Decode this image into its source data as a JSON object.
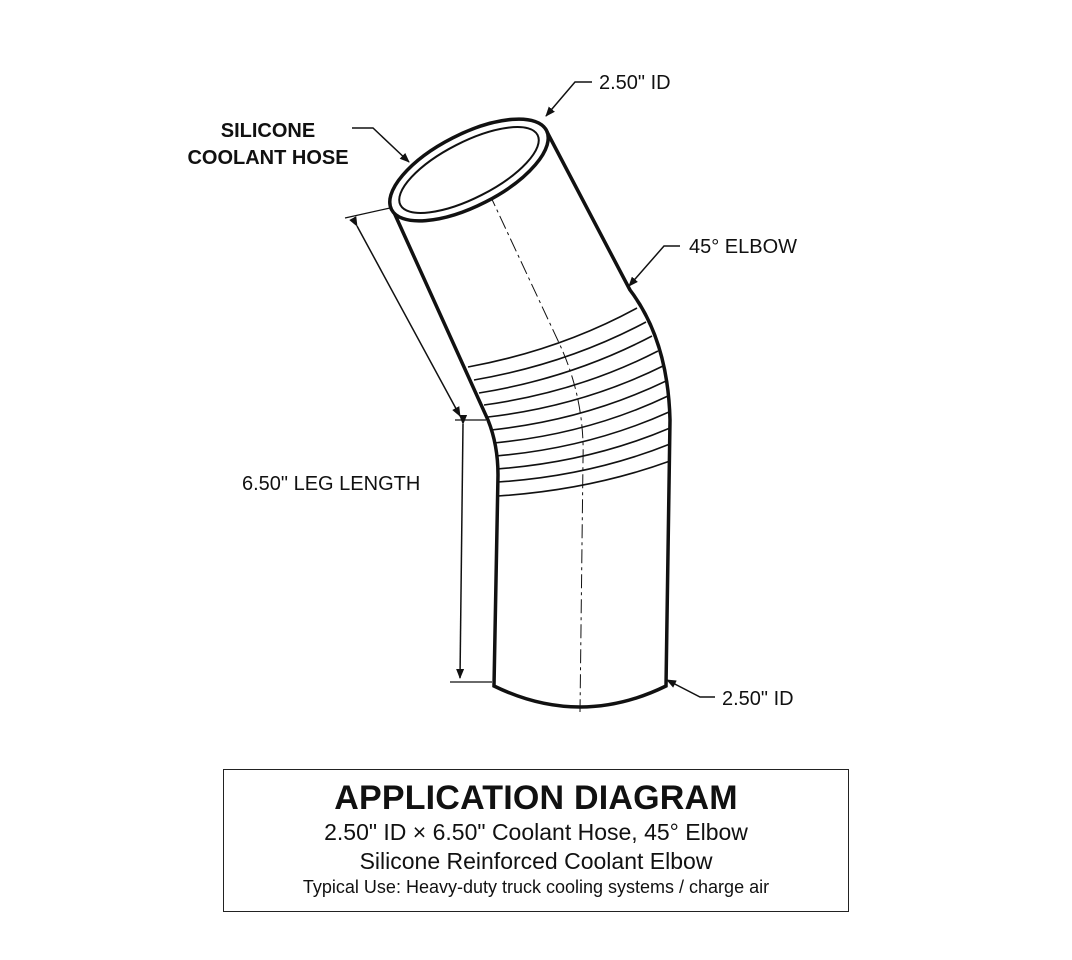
{
  "callouts": {
    "top_id": "2.50\" ID",
    "hose_line1": "SILICONE",
    "hose_line2": "COOLANT HOSE",
    "elbow": "45° ELBOW",
    "leg_length": "6.50\" LEG LENGTH",
    "bottom_id": "2.50\" ID"
  },
  "title_block": {
    "title": "APPLICATION DIAGRAM",
    "line1": "2.50\" ID × 6.50\" Coolant Hose, 45° Elbow",
    "line2": "Silicone Reinforced Coolant Elbow",
    "line3": "Typical Use: Heavy-duty truck cooling systems / charge air"
  }
}
